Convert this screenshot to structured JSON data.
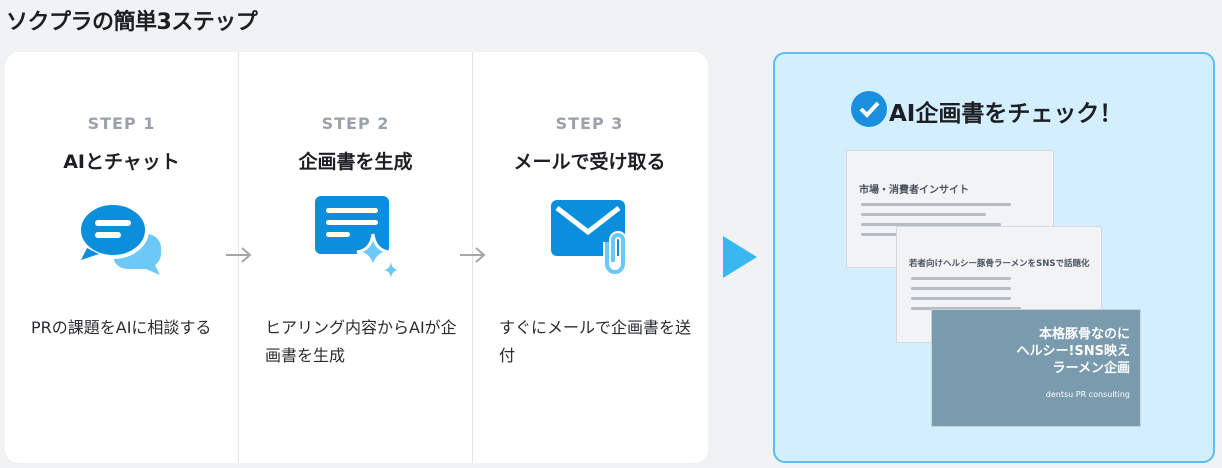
{
  "page": {
    "title": "ソクプラの簡単3ステップ"
  },
  "steps": [
    {
      "number": "STEP 1",
      "title": "AIとチャット",
      "description": "PRの課題をAIに相談する",
      "icon": "chat-bubbles-icon"
    },
    {
      "number": "STEP 2",
      "title": "企画書を生成",
      "description": "ヒアリング内容からAIが企画書を生成",
      "icon": "document-sparkle-icon"
    },
    {
      "number": "STEP 3",
      "title": "メールで受け取る",
      "description": "すぐにメールで企画書を送付",
      "icon": "mail-attachment-icon"
    }
  ],
  "result": {
    "title": "AI企画書をチェック！",
    "slides": [
      {
        "heading": "市場・消費者インサイト"
      },
      {
        "heading": "若者向けヘルシー豚骨ラーメンをSNSで話題化"
      },
      {
        "cover_lines": [
          "本格豚骨なのに",
          "ヘルシー!SNS映え",
          "ラーメン企画"
        ],
        "brand": "dentsu PR consulting"
      }
    ]
  },
  "colors": {
    "accent": "#0b8fdc",
    "accent_light": "#6cc8f7",
    "panel_bg": "#d3eefc",
    "panel_border": "#5ebdf0",
    "cover_bg": "#7a9aad"
  }
}
